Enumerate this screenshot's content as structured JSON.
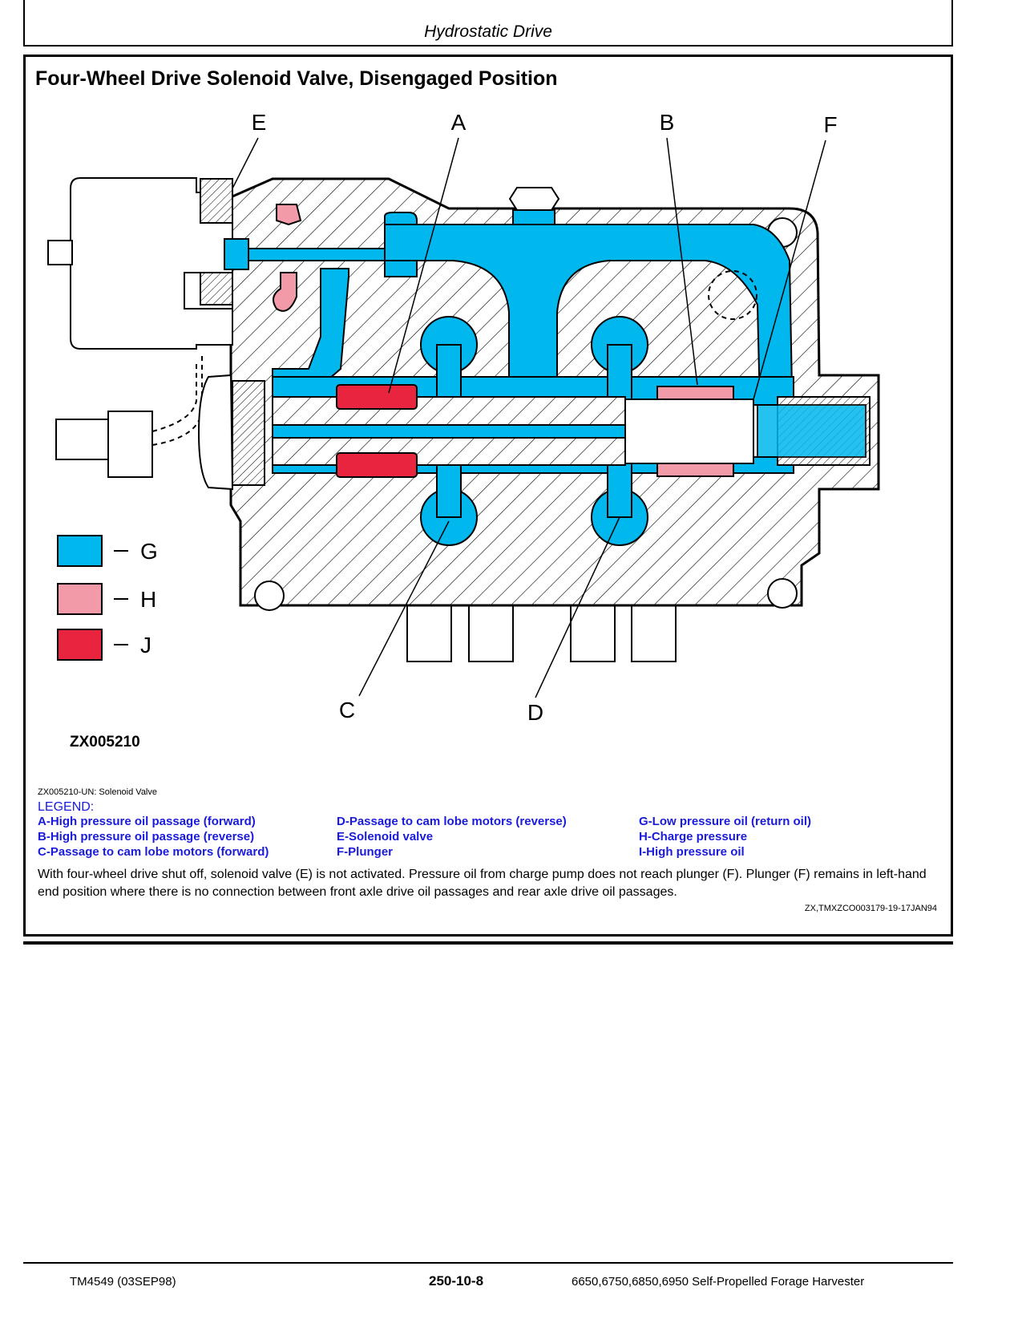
{
  "header": {
    "section": "Hydrostatic Drive"
  },
  "figure": {
    "title": "Four-Wheel Drive Solenoid Valve, Disengaged Position",
    "callouts": [
      "E",
      "A",
      "B",
      "F",
      "C",
      "D"
    ],
    "color_key": [
      {
        "letter": "G",
        "color": "#00b8ee"
      },
      {
        "letter": "H",
        "color": "#f29aa8"
      },
      {
        "letter": "J",
        "color": "#e8243f"
      }
    ],
    "figure_id": "ZX005210",
    "caption": "ZX005210-UN: Solenoid Valve"
  },
  "legend": {
    "title": "LEGEND:",
    "entries": [
      "A-High pressure oil passage (forward)",
      "B-High pressure oil passage (reverse)",
      "C-Passage to cam lobe motors (forward)",
      "D-Passage to cam lobe motors (reverse)",
      "E-Solenoid valve",
      "F-Plunger",
      "G-Low pressure oil (return oil)",
      "H-Charge pressure",
      "I-High pressure oil"
    ]
  },
  "description": "With four-wheel drive shut off, solenoid valve (E) is not activated. Pressure oil from charge pump does not reach plunger (F). Plunger (F) remains in left-hand end position where there is no connection between front axle drive oil passages and rear axle drive oil passages.",
  "reference_code": "ZX,TMXZCO003179-19-17JAN94",
  "footer": {
    "doc_number": "TM4549 (03SEP98)",
    "page_number": "250-10-8",
    "product": "6650,6750,6850,6950 Self-Propelled Forage Harvester"
  }
}
